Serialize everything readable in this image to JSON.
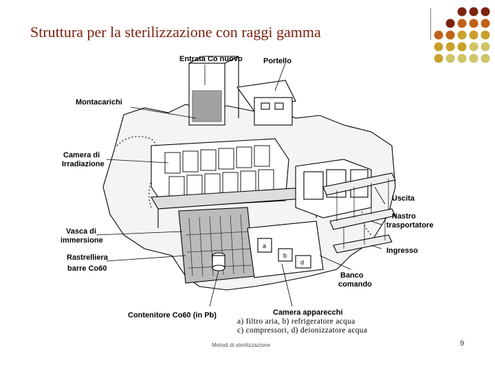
{
  "slide": {
    "title": "Struttura per la sterilizzazione con raggi gamma",
    "footer_text": "Metodi di sterilizzazione",
    "page_number": "9"
  },
  "dot_colors": {
    "dark": "#7a2410",
    "mid": "#c0621a",
    "gold": "#c9a02a",
    "light": "#cfc466"
  },
  "labels": {
    "entrata": "Entrata Co nuovo",
    "portello": "Portello",
    "montacarichi": "Montacarichi",
    "camera_irr_1": "Camera di",
    "camera_irr_2": "Irradiazione",
    "uscita": "Uscita",
    "nastro_1": "Nastro",
    "nastro_2": "trasportatore",
    "vasca_1": "Vasca di",
    "vasca_2": "immersione",
    "ingresso": "Ingresso",
    "rastrelliera_1": "Rastrelliera",
    "rastrelliera_2": "barre Co60",
    "banco_1": "Banco",
    "banco_2": "comando",
    "contenitore": "Contenitore Co60 (in Pb)",
    "camera_app": "Camera apparecchi",
    "note_1": "a) filtro aria, b) refrigeratore acqua",
    "note_2": "c) compressori, d) deionizzatore acqua"
  }
}
